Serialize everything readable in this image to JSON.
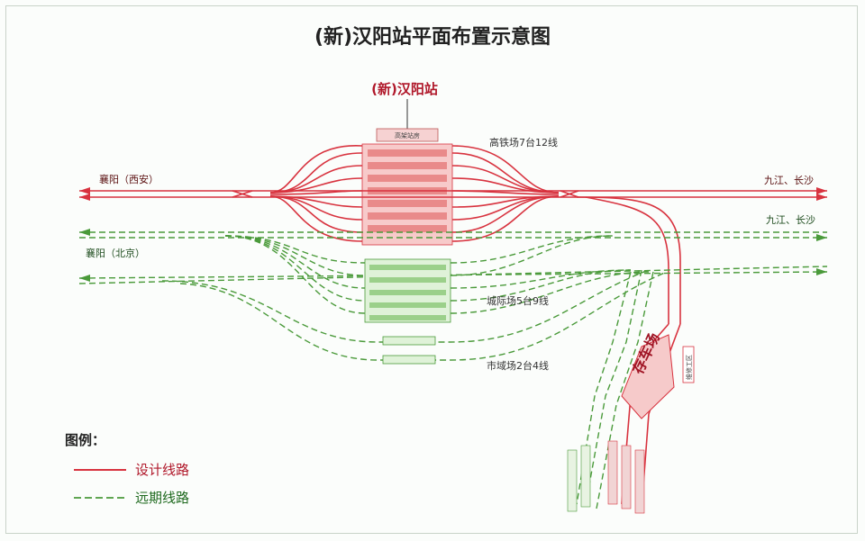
{
  "title": "(新)汉阳站平面布置示意图",
  "station_label": "(新)汉阳站",
  "station_building": "高架站房",
  "hsr_yard": "高铁场7台12线",
  "intercity_yard": "城际场5台9线",
  "suburban_yard": "市域场2台4线",
  "depot_label": "存车场",
  "maintenance_label": "维修工区",
  "destinations": {
    "left_red": "襄阳（西安）",
    "left_green": "襄阳（北京）",
    "right_red": "九江、长沙",
    "right_green": "九江、长沙"
  },
  "legend": {
    "heading": "图例：",
    "design_line": "设计线路",
    "future_line": "远期线路"
  },
  "colors": {
    "design_line": "#d8333f",
    "future_line": "#4a9a3a",
    "platform_red": "#f3b8b8",
    "platform_green": "#bfe5b5"
  }
}
